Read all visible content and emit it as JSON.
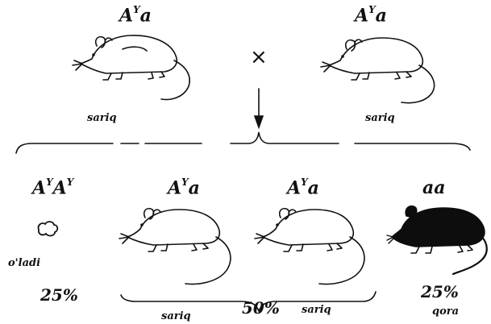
{
  "parents": {
    "left": {
      "allele1": "A",
      "sup": "Y",
      "allele2": "a",
      "phenotype": "sariq"
    },
    "right": {
      "allele1": "A",
      "sup": "Y",
      "allele2": "a",
      "phenotype": "sariq"
    },
    "cross_symbol": "×"
  },
  "offspring": {
    "homozygous_lethal": {
      "a1": "A",
      "s1": "Y",
      "a2": "A",
      "s2": "Y",
      "note": "o'ladi",
      "percent": "25%"
    },
    "het1": {
      "allele1": "A",
      "sup": "Y",
      "allele2": "a",
      "phenotype": "sariq"
    },
    "het2": {
      "allele1": "A",
      "sup": "Y",
      "allele2": "a",
      "phenotype": "sariq"
    },
    "het_percent": "50%",
    "recessive": {
      "genotype": "aa",
      "percent": "25%",
      "phenotype": "qora"
    }
  },
  "colors": {
    "ink": "#111111",
    "paper": "#ffffff",
    "black_mouse": "#0d0d0d"
  }
}
